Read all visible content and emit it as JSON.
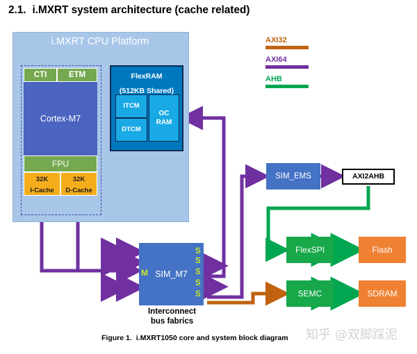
{
  "heading": {
    "number": "2.1.",
    "text": "i.MXRT system architecture (cache related)"
  },
  "cpu_panel": {
    "title": "i.MXRT CPU Platform",
    "blocks": {
      "cti": "CTI",
      "etm": "ETM",
      "cortex": "Cortex-M7",
      "fpu": "FPU",
      "icache_size": "32K",
      "icache_name": "I-Cache",
      "dcache_size": "32K",
      "dcache_name": "D-Cache"
    },
    "flexram": {
      "title": "FlexRAM",
      "subtitle": "(512KB Shared)",
      "itcm": "ITCM",
      "dtcm": "DTCM",
      "ocram_line1": "OC",
      "ocram_line2": "RAM"
    }
  },
  "legend": [
    {
      "label": "AXI32",
      "color": "#c0620f"
    },
    {
      "label": "AXI64",
      "color": "#7030a0"
    },
    {
      "label": "AHB",
      "color": "#00a650"
    }
  ],
  "interconnect": {
    "block_label": "SIM_M7",
    "master_port": "M",
    "slave_ports": [
      "S",
      "S",
      "S",
      "S",
      "S"
    ],
    "caption_line1": "Interconnect",
    "caption_line2": "bus fabrics"
  },
  "peripherals": {
    "sim_ems": "SIM_EMS",
    "axi2ahb": "AXI2AHB",
    "flexspi": "FlexSPI",
    "flash": "Flash",
    "semc": "SEMC",
    "sdram": "SDRAM"
  },
  "figure_caption": {
    "number": "Figure 1.",
    "text": "i.MXRT1050 core and system block diagram"
  },
  "watermark": "知乎 @双脚踩泥",
  "colors": {
    "panel_bg": "#a8c6e8",
    "core_blue": "#4a64c0",
    "green": "#76a94f",
    "amber": "#f5ad1c",
    "flexram_blue": "#0078be",
    "tcm_blue": "#19a9e5",
    "sim_blue": "#4472c4",
    "axi32_orange": "#c0620f",
    "axi64_purple": "#7030a0",
    "ahb_green": "#00a650",
    "flash_orange": "#ef8133",
    "periph_green": "#17a84a"
  }
}
